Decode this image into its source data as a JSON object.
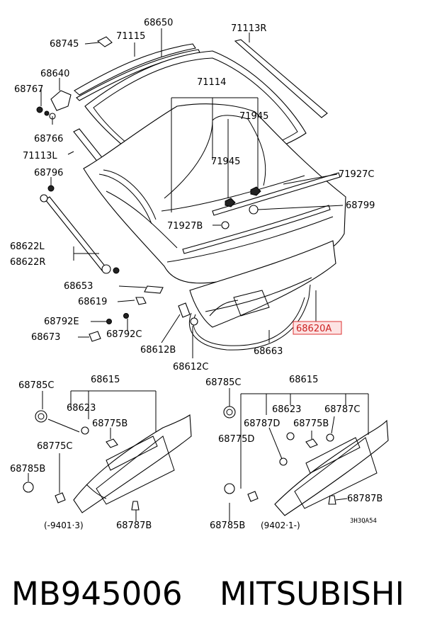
{
  "labels": {
    "l68650": "68650",
    "l71113R": "71113R",
    "l68745": "68745",
    "l71115": "71115",
    "l68640": "68640",
    "l68767": "68767",
    "l71114": "71114",
    "l71945a": "71945",
    "l68766": "68766",
    "l71113L": "71113L",
    "l71945b": "71945",
    "l68796": "68796",
    "l71927C": "71927C",
    "l68799": "68799",
    "l71927B": "71927B",
    "l68622L": "68622L",
    "l68622R": "68622R",
    "l68653": "68653",
    "l68619": "68619",
    "l68792E": "68792E",
    "l68792C": "68792C",
    "l68673": "68673",
    "l68620A": "68620A",
    "l68612B": "68612B",
    "l68663": "68663",
    "l68612C": "68612C",
    "left_68785C": "68785C",
    "left_68615": "68615",
    "left_68623": "68623",
    "left_68775B": "68775B",
    "left_68775C": "68775C",
    "left_68785B": "68785B",
    "left_68787B": "68787B",
    "right_68785C": "68785C",
    "right_68615": "68615",
    "right_68623": "68623",
    "right_68787C": "68787C",
    "right_68787D": "68787D",
    "right_68775B": "68775B",
    "right_68775D": "68775D",
    "right_68787B": "68787B",
    "right_68785B": "68785B"
  },
  "captions": {
    "left_period": "(-9401·3)",
    "right_period": "(9402·1-)",
    "drawing_code": "3H3QA54"
  },
  "footer": {
    "part_number": "MB945006",
    "brand": "MITSUBISHI"
  },
  "colors": {
    "highlight_border": "#d33",
    "highlight_fill": "#fde3e3",
    "highlight_text": "#c22"
  }
}
